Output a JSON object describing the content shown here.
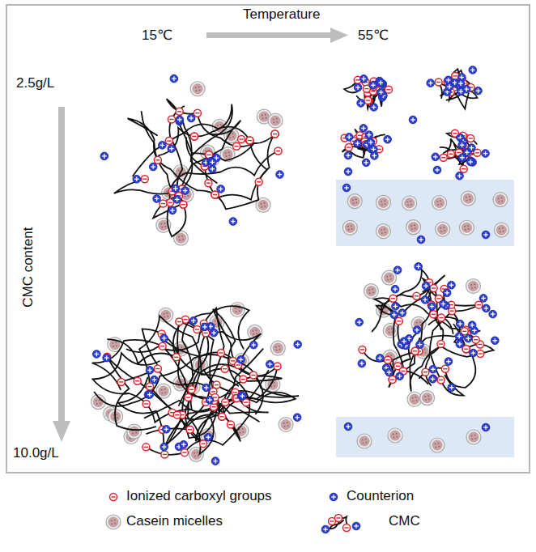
{
  "diagram": {
    "labels": [
      "Temperature",
      "15℃",
      "55℃",
      "2.5g/L",
      "CMC content",
      "10.0g/L"
    ],
    "legend": [
      {
        "text": "Ionized carboxyl groups"
      },
      {
        "text": "Counterion"
      },
      {
        "text": "Casein micelles"
      },
      {
        "text": "CMC"
      }
    ]
  }
}
